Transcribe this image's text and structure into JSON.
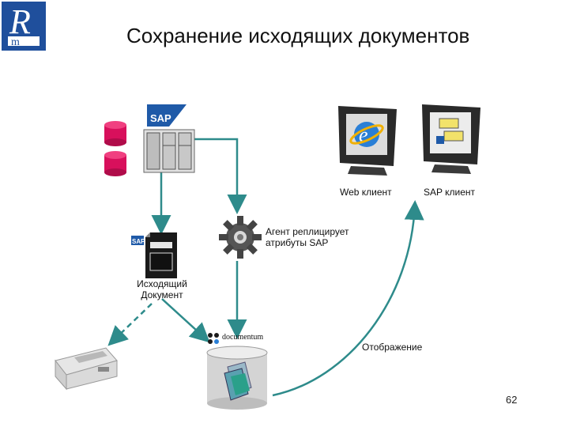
{
  "title": "Сохранение исходящих документов",
  "logo": {
    "letters": "R",
    "icon": "hse-logo"
  },
  "nodes": {
    "web_client": {
      "label": "Web клиент",
      "icon": "browser-monitor-icon"
    },
    "sap_client": {
      "label": "SAP клиент",
      "icon": "sap-gui-monitor-icon"
    },
    "agent": {
      "label_line1": "Агент реплицирует",
      "label_line2": "атрибуты SAP",
      "icon": "gear-icon"
    },
    "outgoing_doc": {
      "label_line1": "Исходящий",
      "label_line2": "Документ",
      "icon": "document-icon"
    },
    "repository": {
      "label": "documentum",
      "icon": "database-cylinder-icon"
    },
    "sap_server": {
      "brand": "SAP",
      "icon": "server-rack-icon"
    },
    "printer": {
      "icon": "printer-icon"
    }
  },
  "edges": {
    "display": {
      "label": "Отображение"
    }
  },
  "colors": {
    "arrow": "#2e8b8b",
    "db": "#d8105c",
    "sap_blue": "#1f5aa8"
  },
  "page_number": "62"
}
